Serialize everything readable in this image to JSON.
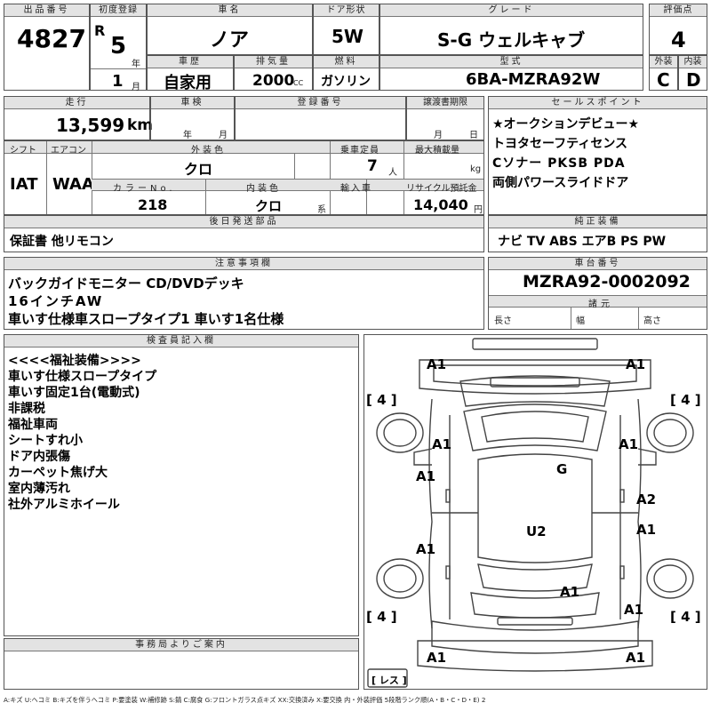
{
  "lot": {
    "label": "出品番号",
    "value": "4827"
  },
  "first_reg": {
    "label": "初度登録",
    "era": "R",
    "year": "5",
    "year_unit": "年",
    "month": "1",
    "month_unit": "月"
  },
  "car_name": {
    "label": "車名",
    "value": "ノア"
  },
  "door": {
    "label": "ドア形状",
    "value": "5W"
  },
  "grade": {
    "label": "グレード",
    "value": "S-G ウェルキャブ"
  },
  "score": {
    "label": "評価点",
    "value": "4"
  },
  "history": {
    "label": "車歴",
    "value": "自家用"
  },
  "displacement": {
    "label": "排気量",
    "value": "2000",
    "unit": "CC"
  },
  "fuel": {
    "label": "燃料",
    "value": "ガソリン"
  },
  "model_code": {
    "label": "型式",
    "value": "6BA-MZRA92W"
  },
  "ext_grade": {
    "label": "外装",
    "value": "C"
  },
  "int_grade": {
    "label": "内装",
    "value": "D"
  },
  "mileage": {
    "label": "走行",
    "value": "13,599",
    "unit": "km"
  },
  "inspection": {
    "label": "車検",
    "year_unit": "年",
    "month_unit": "月"
  },
  "reg_no": {
    "label": "登録番号"
  },
  "transfer": {
    "label": "譲渡書期限",
    "month_unit": "月",
    "day_unit": "日"
  },
  "sales_points": {
    "label": "セールスポイント",
    "lines": [
      "★オークションデビュー★",
      "トヨタセーフティセンス",
      "Cソナー PKSB PDA",
      "両側パワースライドドア"
    ]
  },
  "shift": {
    "label": "シフト",
    "value": "IAT"
  },
  "aircon": {
    "label": "エアコン",
    "value": "WAA"
  },
  "ext_color": {
    "label": "外装色",
    "value": "クロ"
  },
  "capacity": {
    "label": "乗車定員",
    "value": "7",
    "unit": "人"
  },
  "max_load": {
    "label": "最大積載量",
    "unit": "kg"
  },
  "color_no": {
    "label": "カラーNo.",
    "value": "218"
  },
  "int_color": {
    "label": "内装色",
    "value": "クロ",
    "unit": "系"
  },
  "import": {
    "label": "輸入車"
  },
  "recycle": {
    "label": "リサイクル預託金",
    "value": "14,040",
    "unit": "円"
  },
  "later_parts": {
    "label": "後日発送部品",
    "value": "保証書 他リモコン"
  },
  "genuine": {
    "label": "純正装備",
    "value": "ナビ TV ABS エアB PS PW"
  },
  "notes": {
    "label": "注意事項欄",
    "lines": [
      "バックガイドモニター CD/DVDデッキ",
      "16インチAW",
      "車いす仕様車スロープタイプ1 車いす1名仕様"
    ]
  },
  "chassis": {
    "label": "車台番号",
    "value": "MZRA92-0002092"
  },
  "specs": {
    "label": "諸元",
    "length": "長さ",
    "width": "幅",
    "height": "高さ"
  },
  "inspector": {
    "label": "検査員記入欄",
    "lines": [
      "<<<<福祉装備>>>>",
      "車いす仕様スロープタイプ",
      "車いす固定1台(電動式)",
      "非課税",
      "福祉車両",
      "シートすれ小",
      "ドア内張傷",
      "カーペット焦げ大",
      "室内薄汚れ",
      "社外アルミホイール"
    ]
  },
  "office": {
    "label": "事務局よりご案内"
  },
  "diagram": {
    "marks": {
      "front_bumper_l": "A1",
      "front_bumper_r": "A1",
      "tire_fl": "[ 4 ]",
      "tire_fr": "[ 4 ]",
      "fender_l": "A1",
      "fender_r": "A1",
      "windshield": "G",
      "door_fl": "A1",
      "door_fr": "A2",
      "roof": "U2",
      "door_rl": "A1",
      "door_rr": "A1",
      "quarter_l": "A1",
      "quarter_r": "A1",
      "tire_rl": "[ 4 ]",
      "tire_rr": "[ 4 ]",
      "rear_bumper_l": "A1",
      "rear_bumper_r": "A1",
      "spare": "[ レス ]"
    }
  },
  "legend": "A:キズ U:ヘコミ B:キズを伴うヘコミ P:要塗装 W:補修跡 S:錆 C:腐食 G:フロントガラス点キズ XX:交換済み X:要交換 内・外装評価 5段階ランク順(A・B・C・D・E) 2"
}
